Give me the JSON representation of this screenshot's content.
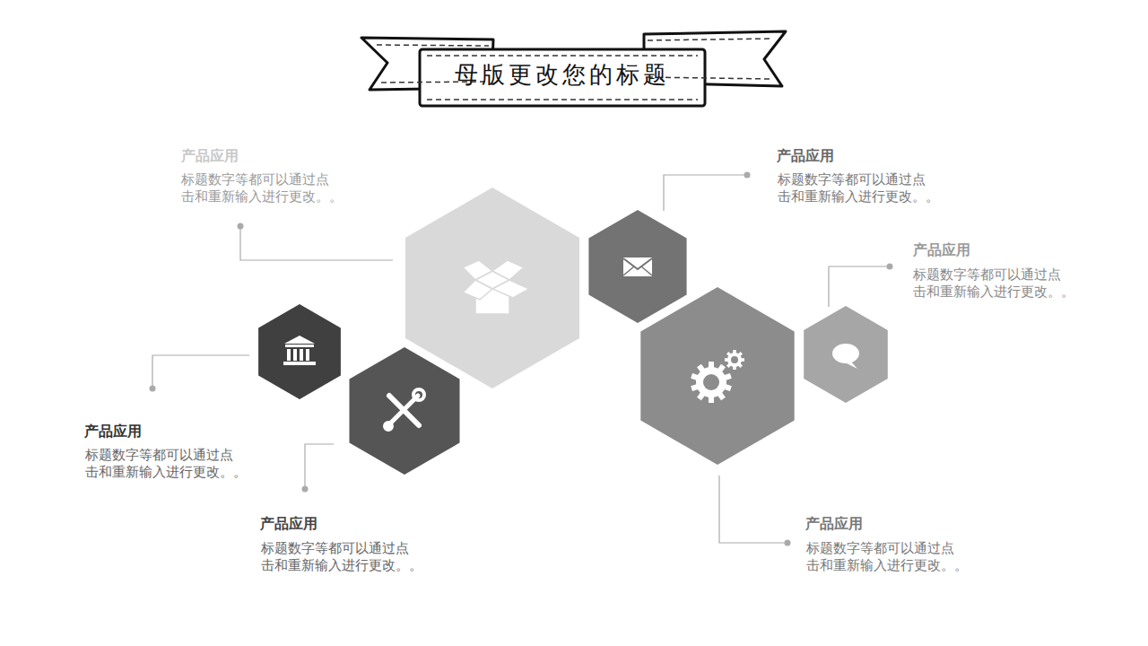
{
  "diagram": {
    "title": "母版更改您的标题",
    "labels": [
      "产品应用",
      "标题数字等都可以通过点 击和重新输入进行更改。。",
      "产品应用",
      "标题数字等都可以通过点 击和重新输入进行更改。。",
      "产品应用",
      "标题数字等都可以通过点 击和重新输入进行更改。。",
      "产品应用",
      "标题数字等都可以通过点 击和重新输入进行更改。。",
      "产品应用",
      "标题数字等都可以通过点 击和重新输入进行更改。。",
      "产品应用",
      "标题数字等都可以通过点 击和重新输入进行更改。。"
    ]
  }
}
